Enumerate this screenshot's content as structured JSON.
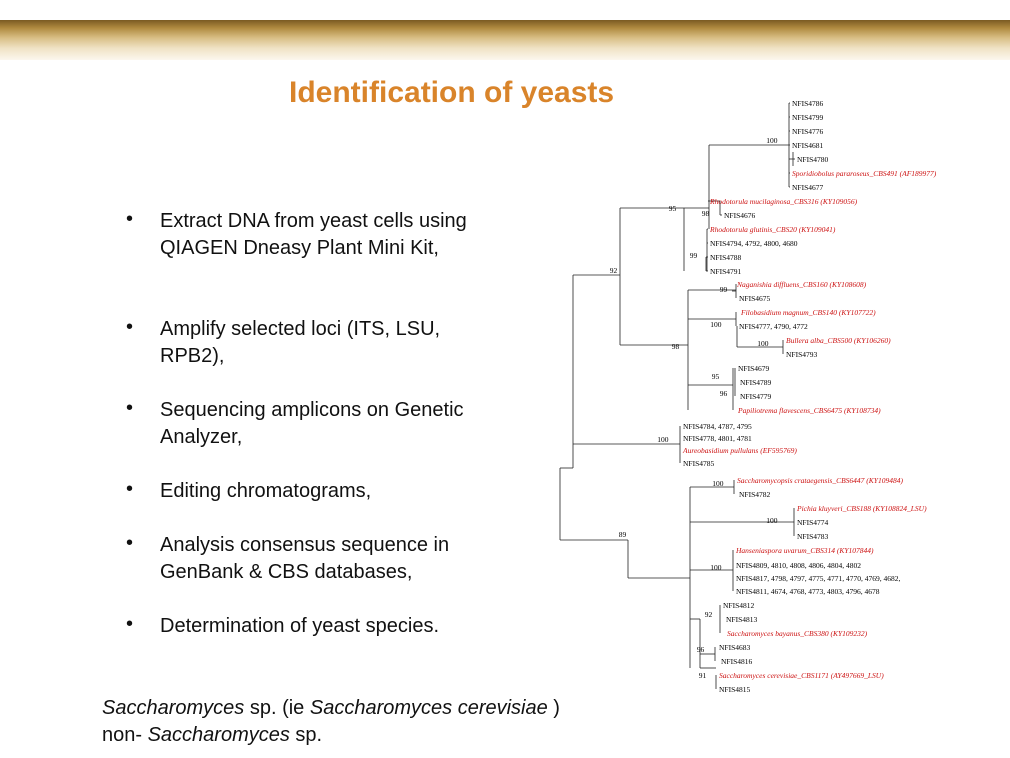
{
  "slide": {
    "title": "Identification of yeasts",
    "bullets": [
      {
        "symbol": "•",
        "text": "Extract DNA from yeast cells using QIAGEN Dneasy Plant Mini Kit,"
      },
      {
        "symbol": "•",
        "text": "Amplify selected loci (ITS, LSU, RPB2),"
      },
      {
        "symbol": "•",
        "text": "Sequencing amplicons on Genetic Analyzer,"
      },
      {
        "symbol": "•",
        "text": "Editing chromatograms,"
      },
      {
        "symbol": "•",
        "text": "Analysis consensus sequence in GenBank & CBS databases,"
      },
      {
        "symbol": "•",
        "text": "Determination of yeast species."
      }
    ],
    "footer": {
      "line1_italic_a": "Saccharomyces",
      "line1_plain_a": " sp. (ie ",
      "line1_italic_b": "Saccharomyces cerevisiae",
      "line1_plain_b": " )",
      "line2_plain": "non- ",
      "line2_italic": "Saccharomyces",
      "line2_tail": " sp."
    },
    "colors": {
      "title": "#d9842a",
      "reference_taxon": "#cc1111",
      "band": "#b08a40"
    }
  },
  "tree": {
    "leaves": [
      {
        "label": "NFIS4786",
        "ref": false
      },
      {
        "label": "NFIS4799",
        "ref": false
      },
      {
        "label": "NFIS4776",
        "ref": false
      },
      {
        "label": "NFIS4681",
        "ref": false
      },
      {
        "label": "NFIS4780",
        "ref": false
      },
      {
        "label": "Sporidiobolus pararoseus_CBS491 (AF189977)",
        "ref": true
      },
      {
        "label": "NFIS4677",
        "ref": false
      },
      {
        "label": "Rhodotorula mucilaginosa_CBS316 (KY109056)",
        "ref": true
      },
      {
        "label": "NFIS4676",
        "ref": false
      },
      {
        "label": "Rhodotorula glutinis_CBS20 (KY109041)",
        "ref": true
      },
      {
        "label": "NFIS4794, 4792, 4800, 4680",
        "ref": false
      },
      {
        "label": "NFIS4788",
        "ref": false
      },
      {
        "label": "NFIS4791",
        "ref": false
      },
      {
        "label": "Naganishia diffluens_CBS160 (KY108608)",
        "ref": true
      },
      {
        "label": "NFIS4675",
        "ref": false
      },
      {
        "label": "Filobasidium magnum_CBS140 (KY107722)",
        "ref": true
      },
      {
        "label": "NFIS4777, 4790, 4772",
        "ref": false
      },
      {
        "label": "Bullera alba_CBS500 (KY106260)",
        "ref": true
      },
      {
        "label": "NFIS4793",
        "ref": false
      },
      {
        "label": "NFIS4679",
        "ref": false
      },
      {
        "label": "NFIS4789",
        "ref": false
      },
      {
        "label": "NFIS4779",
        "ref": false
      },
      {
        "label": "Papiliotrema flavescens_CBS6475 (KY108734)",
        "ref": true
      },
      {
        "label": "NFIS4784, 4787, 4795",
        "ref": false
      },
      {
        "label": "NFIS4778, 4801, 4781",
        "ref": false
      },
      {
        "label": "Aureobasidium pullulans (EF595769)",
        "ref": true
      },
      {
        "label": "NFIS4785",
        "ref": false
      },
      {
        "label": "Saccharomycopsis crataegensis_CBS6447 (KY109484)",
        "ref": true
      },
      {
        "label": "NFIS4782",
        "ref": false
      },
      {
        "label": "Pichia kluyveri_CBS188 (KY108824_LSU)",
        "ref": true
      },
      {
        "label": "NFIS4774",
        "ref": false
      },
      {
        "label": "NFIS4783",
        "ref": false
      },
      {
        "label": "Hanseniaspora uvarum_CBS314 (KY107844)",
        "ref": true
      },
      {
        "label": "NFIS4809, 4810, 4808, 4806, 4804, 4802",
        "ref": false
      },
      {
        "label": "NFIS4817, 4798, 4797, 4775, 4771, 4770, 4769, 4682,",
        "ref": false
      },
      {
        "label": "NFIS4811, 4674, 4768, 4773, 4803, 4796, 4678",
        "ref": false
      },
      {
        "label": "NFIS4812",
        "ref": false
      },
      {
        "label": "NFIS4813",
        "ref": false
      },
      {
        "label": "Saccharomyces bayanus_CBS380 (KY109232)",
        "ref": true
      },
      {
        "label": "NFIS4683",
        "ref": false
      },
      {
        "label": "NFIS4816",
        "ref": false
      },
      {
        "label": "Saccharomyces cerevisiae_CBS1171 (AY497669_LSU)",
        "ref": true
      },
      {
        "label": "NFIS4815",
        "ref": false
      }
    ],
    "bootstraps": [
      "100",
      "95",
      "98",
      "99",
      "92",
      "99",
      "100",
      "100",
      "98",
      "95",
      "96",
      "100",
      "100",
      "100",
      "89",
      "100",
      "92",
      "96",
      "91"
    ]
  }
}
